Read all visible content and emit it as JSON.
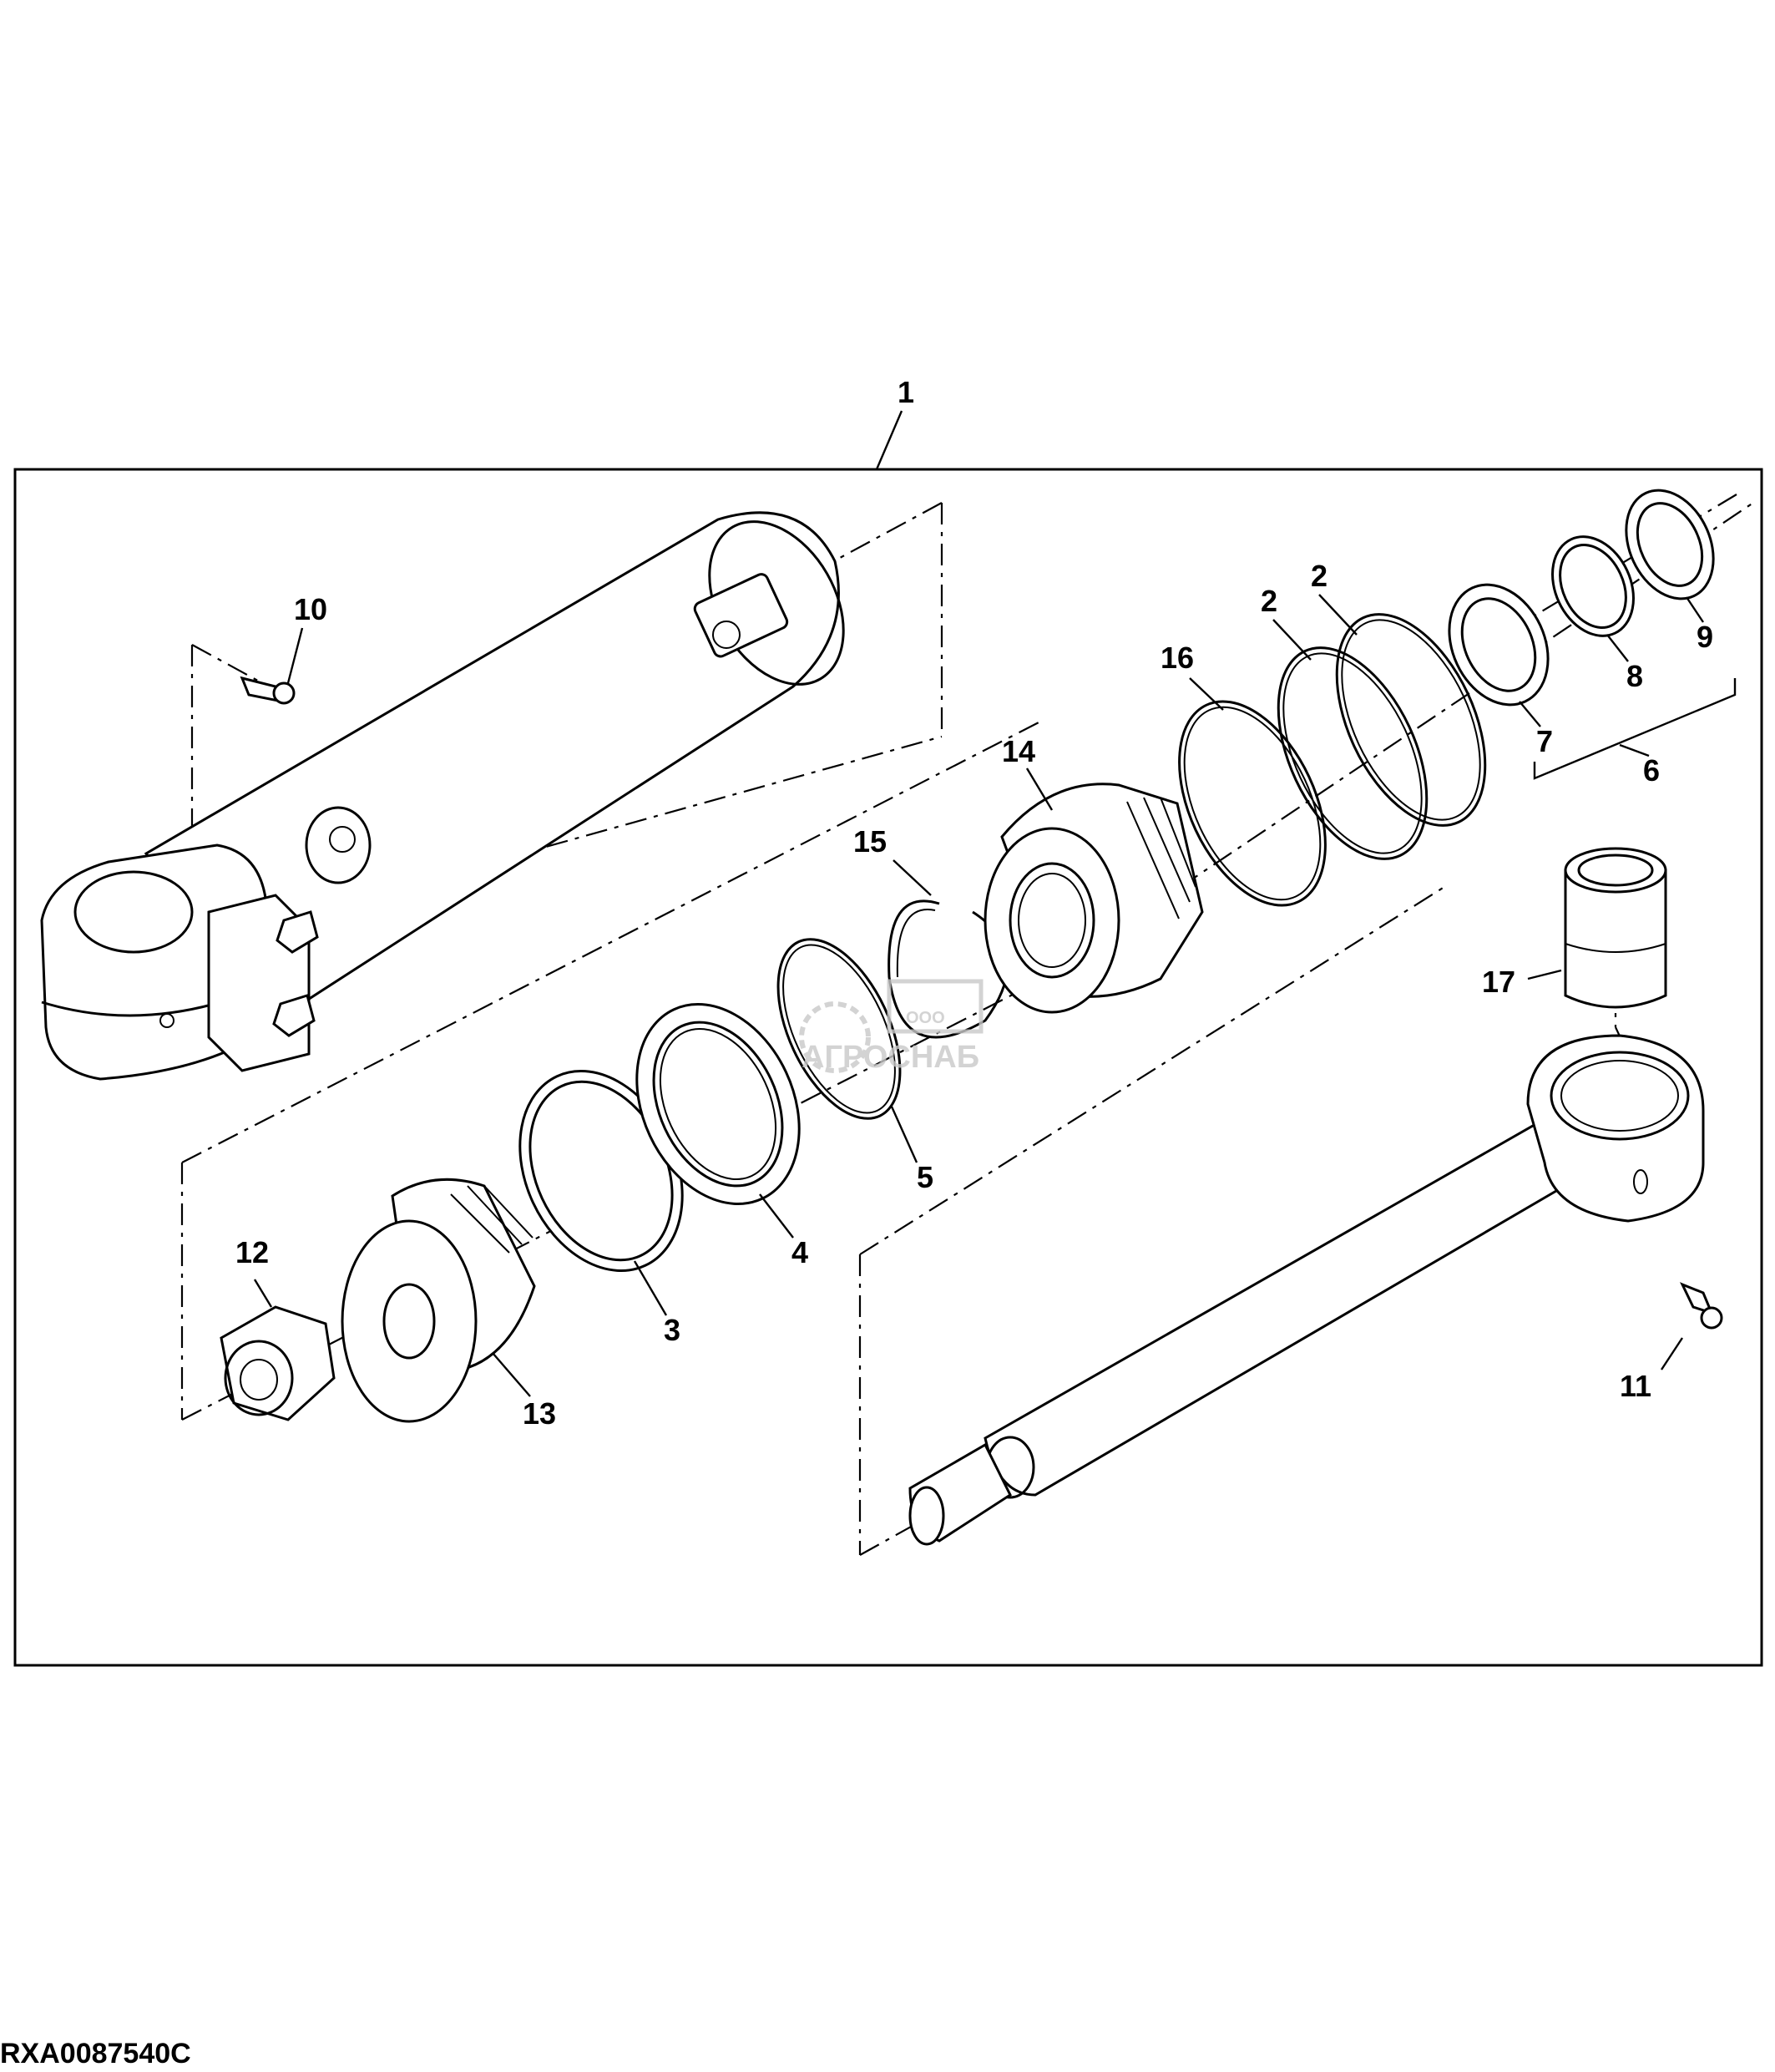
{
  "figure_id": "RXA0087540C",
  "watermark": {
    "top": "ООО",
    "name": "АГРОСНАБ"
  },
  "callouts": {
    "c1": "1",
    "c2a": "2",
    "c2b": "2",
    "c3": "3",
    "c4": "4",
    "c5": "5",
    "c6": "6",
    "c7": "7",
    "c8": "8",
    "c9": "9",
    "c10": "10",
    "c11": "11",
    "c12": "12",
    "c13": "13",
    "c14": "14",
    "c15": "15",
    "c16": "16",
    "c17": "17"
  }
}
